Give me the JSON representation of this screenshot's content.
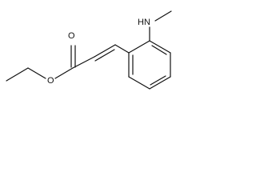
{
  "molecule": {
    "atoms": {
      "carbonyl_oxygen": "O",
      "ester_oxygen": "O",
      "amine_nitrogen": "HN"
    }
  },
  "colors": {
    "bond": "#111111",
    "background": "#ffffff"
  }
}
